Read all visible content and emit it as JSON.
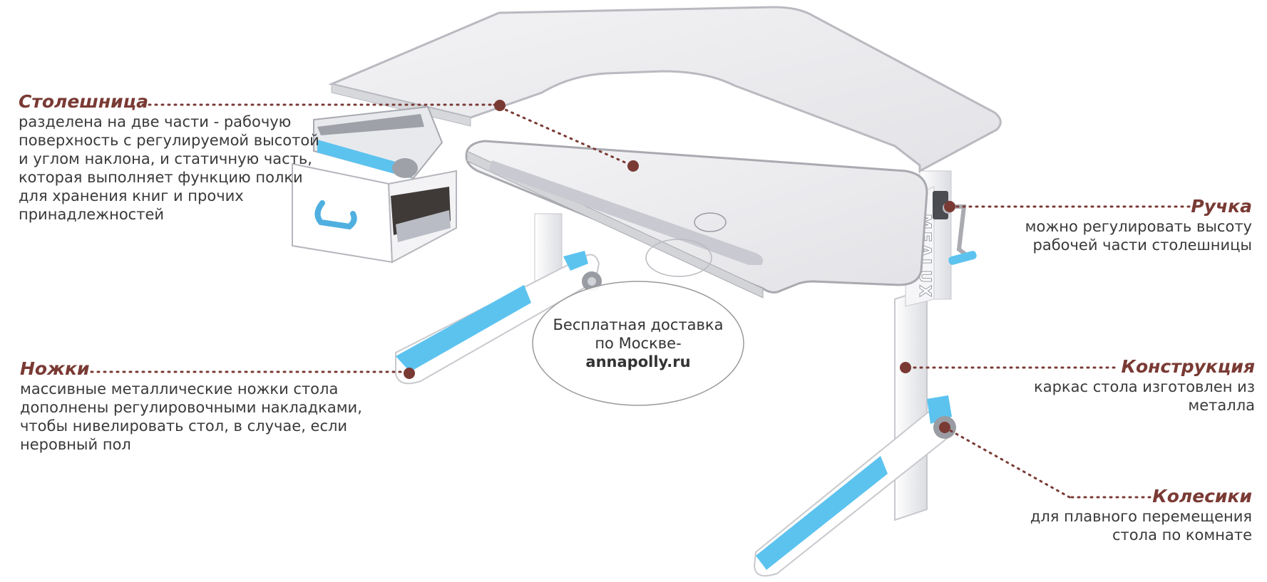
{
  "callouts": [
    {
      "key": "stoleshnica",
      "title": "Столешница",
      "body": "разделена на две части - рабочую поверхность с регулируемой высотой и углом наклона, и статичную часть, которая выполняет функцию полки для хранения книг и прочих принадлежностей"
    },
    {
      "key": "ruchka",
      "title": "Ручка",
      "body": "можно регулировать высоту рабочей части столешницы"
    },
    {
      "key": "nozhki",
      "title": "Ножки",
      "body": "массивные металлические ножки стола дополнены регулировочными накладками, чтобы нивелировать стол, в случае, если неровный пол"
    },
    {
      "key": "konstrukciya",
      "title": "Конструкция",
      "body": "каркас стола изготовлен из металла"
    },
    {
      "key": "kolesiki",
      "title": "Колесики",
      "body": "для плавного перемещения стола по комнате"
    }
  ],
  "promo": {
    "line1": "Бесплатная доставка",
    "line2": "по Москве-",
    "site": "annapolly.ru"
  },
  "product": {
    "brand_mark": "MEALUX"
  },
  "colors": {
    "accent_title": "#7a3a34",
    "marker_dot": "#7a3a34",
    "body_text": "#3a3a3a",
    "foot_pad_blue": "#5cc3ef",
    "frame_white": "#f4f5f7",
    "desk_gray": "#e9e9ec"
  }
}
